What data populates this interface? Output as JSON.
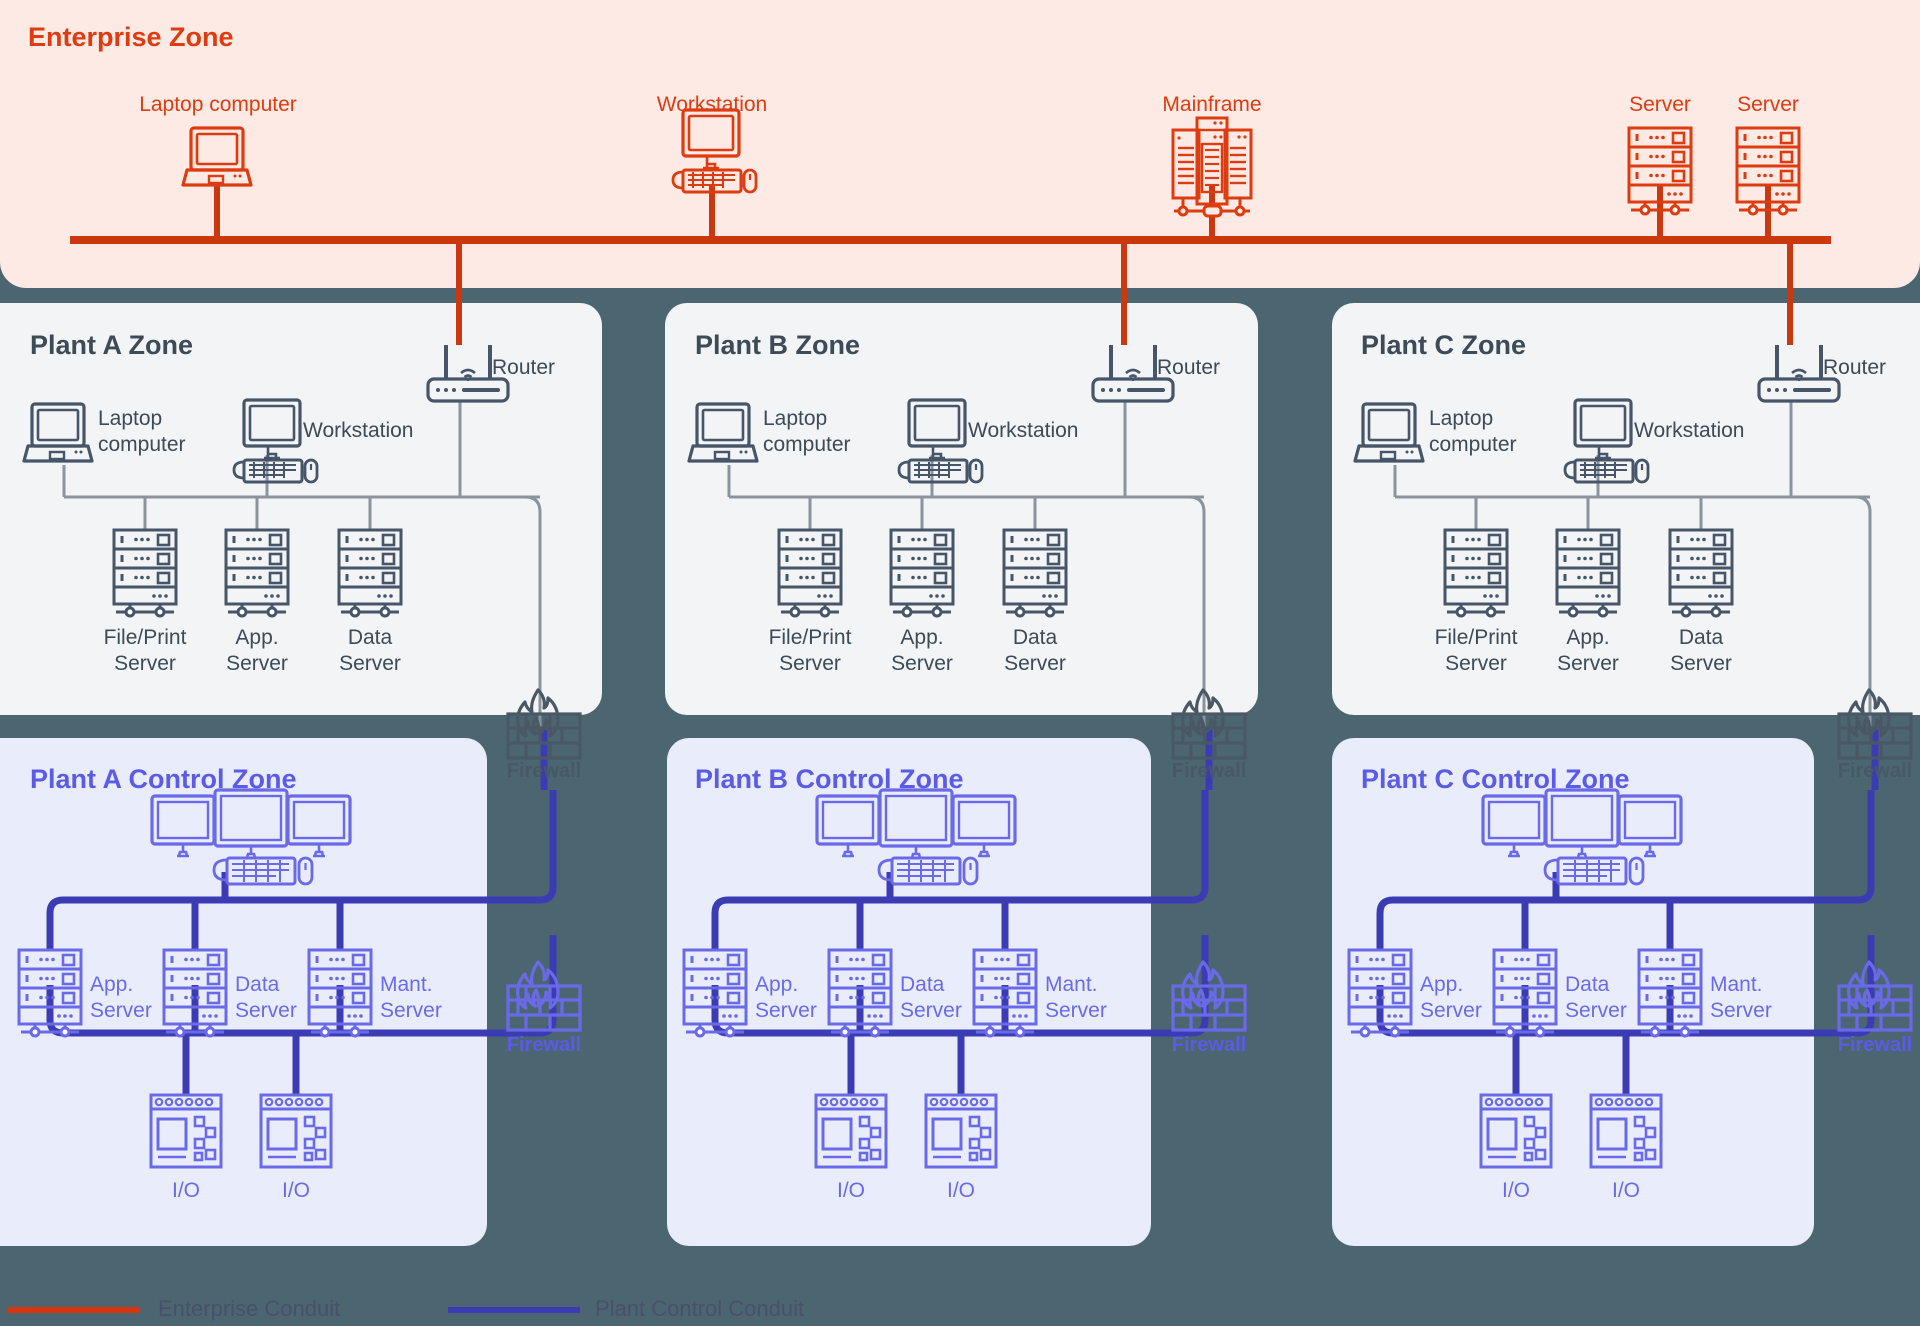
{
  "page": {
    "background_color": "#4b6670",
    "enterprise_color": "#dd3c11",
    "plant_color": "#3d4a57",
    "control_color": "#5b5be6",
    "conduit_control_color": "#3b3bb3"
  },
  "enterprise_zone": {
    "title": "Enterprise Zone",
    "panel_color": "#fdeae4",
    "nodes": [
      {
        "label": "Laptop computer",
        "icon": "laptop-icon"
      },
      {
        "label": "Workstation",
        "icon": "workstation-icon"
      },
      {
        "label": "Mainframe",
        "icon": "mainframe-icon"
      },
      {
        "label": "Server",
        "icon": "server-icon"
      },
      {
        "label": "Server",
        "icon": "server-icon"
      }
    ]
  },
  "plant_zones": [
    {
      "title": "Plant A Zone",
      "router_label": "Router",
      "laptop_label": "Laptop\ncomputer",
      "workstation_label": "Workstation",
      "servers": [
        {
          "label": "File/Print\nServer",
          "icon": "server-icon"
        },
        {
          "label": "App.\nServer",
          "icon": "server-icon"
        },
        {
          "label": "Data\nServer",
          "icon": "server-icon"
        }
      ],
      "firewall_label": "Firewall"
    },
    {
      "title": "Plant B Zone",
      "router_label": "Router",
      "laptop_label": "Laptop\ncomputer",
      "workstation_label": "Workstation",
      "servers": [
        {
          "label": "File/Print\nServer",
          "icon": "server-icon"
        },
        {
          "label": "App.\nServer",
          "icon": "server-icon"
        },
        {
          "label": "Data\nServer",
          "icon": "server-icon"
        }
      ],
      "firewall_label": "Firewall"
    },
    {
      "title": "Plant C Zone",
      "router_label": "Router",
      "laptop_label": "Laptop\ncomputer",
      "workstation_label": "Workstation",
      "servers": [
        {
          "label": "File/Print\nServer",
          "icon": "server-icon"
        },
        {
          "label": "App.\nServer",
          "icon": "server-icon"
        },
        {
          "label": "Data\nServer",
          "icon": "server-icon"
        }
      ],
      "firewall_label": "Firewall"
    }
  ],
  "control_zones": [
    {
      "title": "Plant A Control Zone",
      "hmi_icon": "multi-monitor-workstation-icon",
      "servers": [
        {
          "label": "App.\nServer",
          "icon": "server-icon"
        },
        {
          "label": "Data\nServer",
          "icon": "server-icon"
        },
        {
          "label": "Mant.\nServer",
          "icon": "server-icon"
        }
      ],
      "io_devices": [
        {
          "label": "I/O",
          "icon": "io-module-icon"
        },
        {
          "label": "I/O",
          "icon": "io-module-icon"
        }
      ],
      "firewall_label": "Firewall"
    },
    {
      "title": "Plant B Control Zone",
      "hmi_icon": "multi-monitor-workstation-icon",
      "servers": [
        {
          "label": "App.\nServer",
          "icon": "server-icon"
        },
        {
          "label": "Data\nServer",
          "icon": "server-icon"
        },
        {
          "label": "Mant.\nServer",
          "icon": "server-icon"
        }
      ],
      "io_devices": [
        {
          "label": "I/O",
          "icon": "io-module-icon"
        },
        {
          "label": "I/O",
          "icon": "io-module-icon"
        }
      ],
      "firewall_label": "Firewall"
    },
    {
      "title": "Plant C Control Zone",
      "hmi_icon": "multi-monitor-workstation-icon",
      "servers": [
        {
          "label": "App.\nServer",
          "icon": "server-icon"
        },
        {
          "label": "Data\nServer",
          "icon": "server-icon"
        },
        {
          "label": "Mant.\nServer",
          "icon": "server-icon"
        }
      ],
      "io_devices": [
        {
          "label": "I/O",
          "icon": "io-module-icon"
        },
        {
          "label": "I/O",
          "icon": "io-module-icon"
        }
      ],
      "firewall_label": "Firewall"
    }
  ],
  "legend": [
    {
      "label": "Enterprise Conduit",
      "color": "#d8350f"
    },
    {
      "label": "Plant Control Conduit",
      "color": "#3b3bb3"
    }
  ]
}
